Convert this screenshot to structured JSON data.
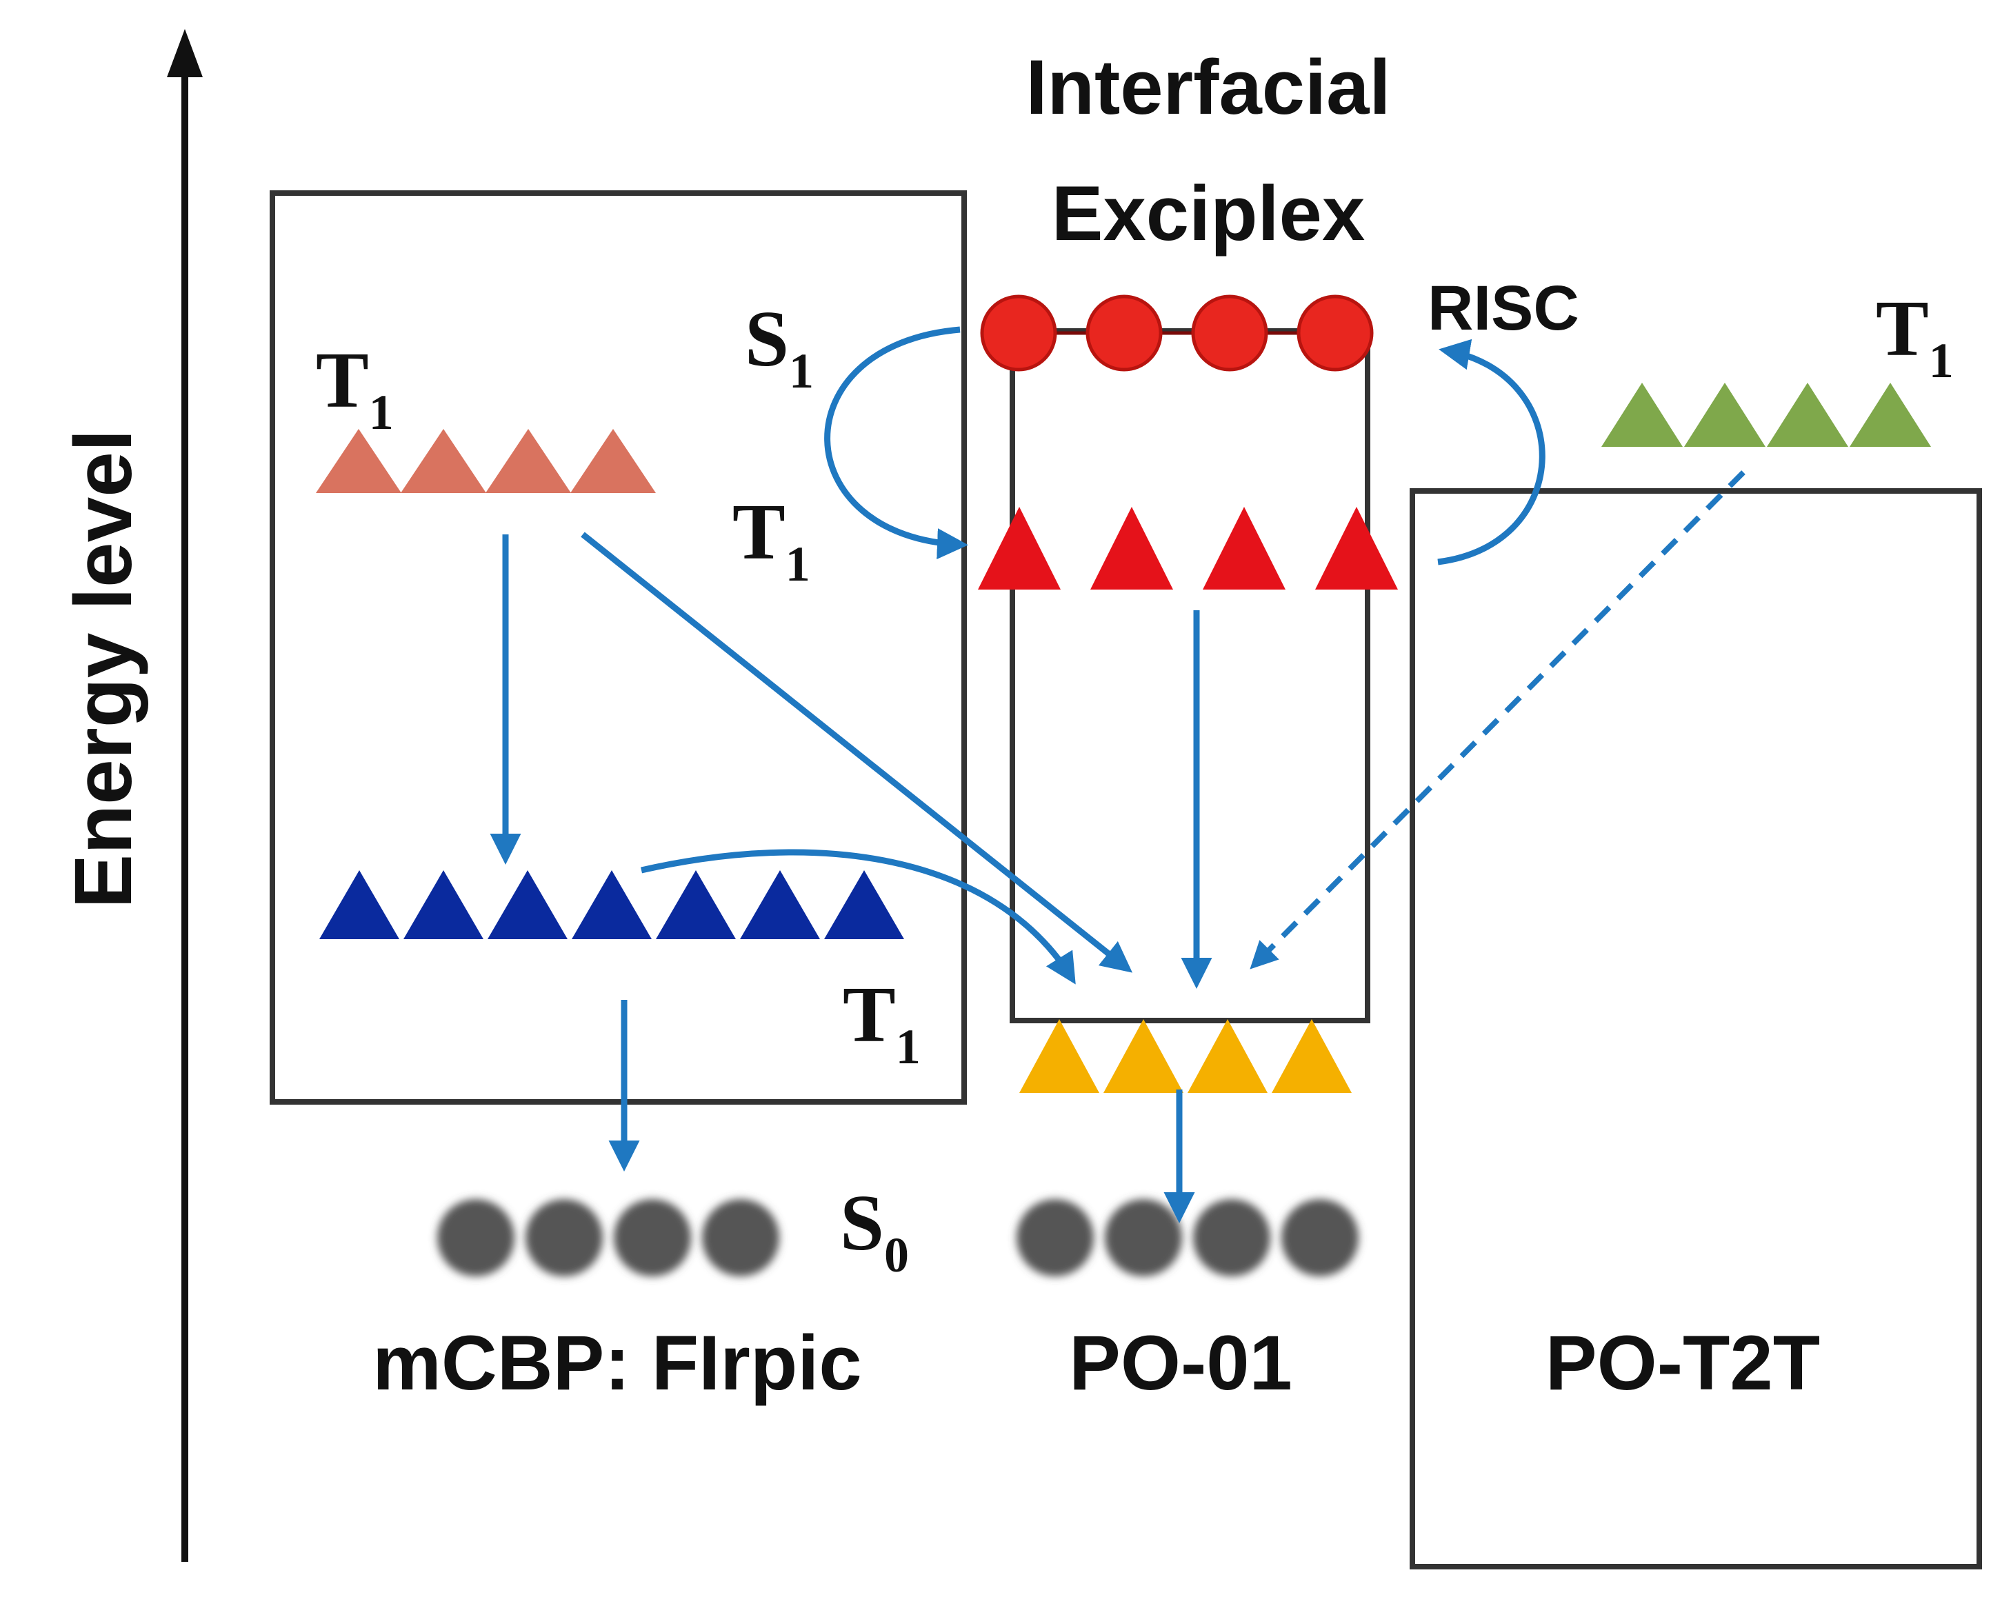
{
  "axis": {
    "label": "Energy level"
  },
  "header": {
    "line1": "Interfacial",
    "line2": "Exciplex"
  },
  "labels": {
    "risc": "RISC",
    "t_symbol": "T",
    "t_sub": "1",
    "s1_symbol": "S",
    "s1_sub": "1",
    "s0_symbol": "S",
    "s0_sub": "0"
  },
  "materials": {
    "host": "mCBP: FIrpic",
    "exciplex": "PO-01",
    "acceptor": "PO-T2T"
  },
  "colors": {
    "arrow": "#1f78c1",
    "host_t1": "#d9735f",
    "exciplex_s1": "#e8261f",
    "exciplex_t1": "#e5121a",
    "acceptor_t1": "#7fa84b",
    "firpic_t1": "#0a2a9e",
    "po01_t1": "#f5b000",
    "ground_state": "#555555",
    "box_border": "#333333"
  },
  "icons": {
    "triangle": "triangle-icon",
    "circle": "circle-icon",
    "arrow": "arrow-icon"
  }
}
